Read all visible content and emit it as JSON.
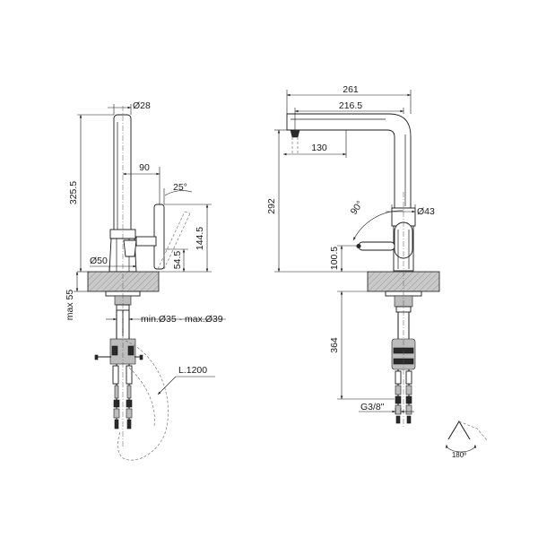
{
  "side_view": {
    "dim_spout_diameter": "Ø28",
    "dim_total_height": "325.5",
    "dim_spout_reach": "90",
    "dim_lever_angle": "25°",
    "dim_lever_height": "144.5",
    "dim_base_height": "54.5",
    "dim_base_diameter": "Ø50",
    "dim_counter_thickness": "max 55",
    "dim_hole": "min.Ø35 - max.Ø39",
    "dim_hose_length": "L.1200"
  },
  "front_view": {
    "dim_total_width": "261",
    "dim_spout_width": "216.5",
    "dim_outlet_offset": "130",
    "dim_height": "292",
    "dim_rotation_angle": "90°",
    "dim_body_diameter": "Ø43",
    "dim_lever_height": "100.5",
    "dim_below_counter": "364",
    "dim_connection": "G3/8\""
  },
  "rotation_symbol": {
    "label": "180º"
  }
}
